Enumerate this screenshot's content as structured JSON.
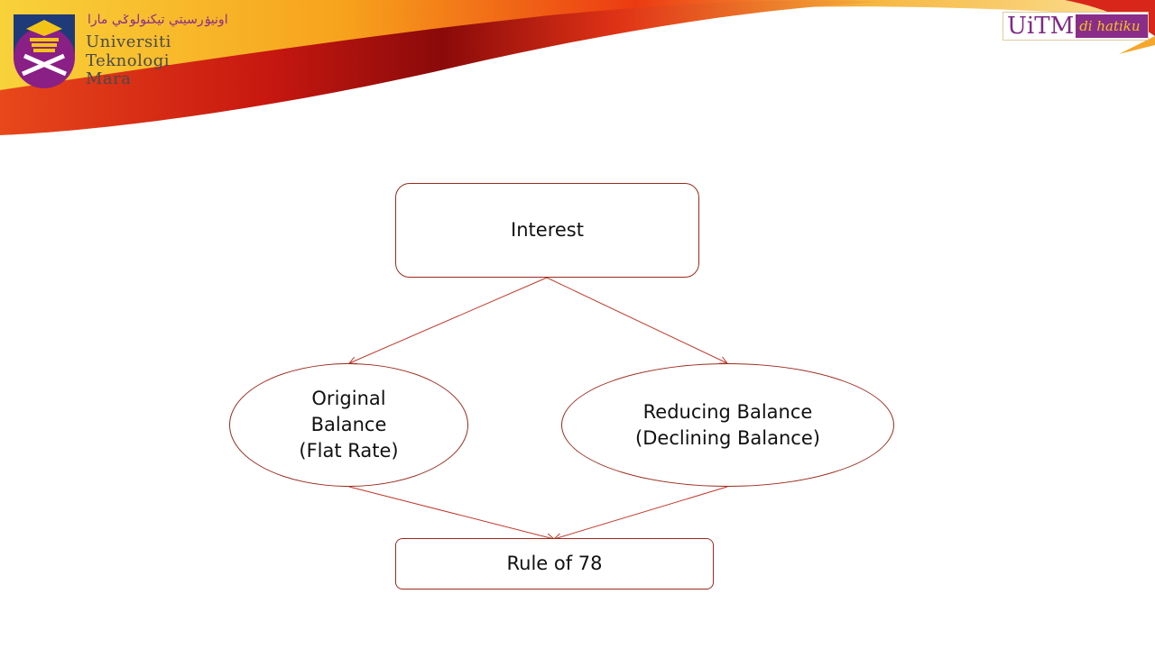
{
  "header": {
    "university_logo": {
      "arabic": "اونيۏرسيتي تيكنولوݢي مارا",
      "line1": "Universiti",
      "line2": "Teknologi",
      "line3": "Mara"
    },
    "slogan_logo": {
      "brand": "UiTM",
      "tagline": "di hatiku"
    }
  },
  "diagram": {
    "root": "Interest",
    "left": [
      "Original",
      "Balance",
      "(Flat Rate)"
    ],
    "right": [
      "Reducing Balance",
      "(Declining Balance)"
    ],
    "bottom": "Rule of 78"
  },
  "colors": {
    "accent": "#9b2a1c",
    "purple": "#8a2d8a",
    "gold": "#f2c418"
  }
}
